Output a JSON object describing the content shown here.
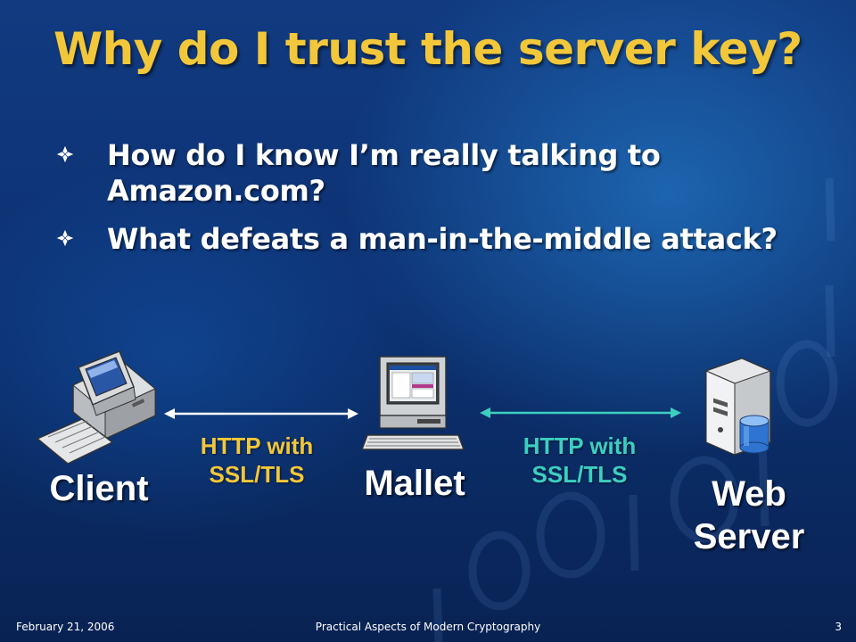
{
  "slide": {
    "title": "Why do I trust the server key?",
    "bullets": [
      {
        "text": "How do I know I’m really talking to Amazon.com?"
      },
      {
        "text": "What defeats a man-in-the-middle attack?"
      }
    ]
  },
  "diagram": {
    "client_label": "Client",
    "mallet_label": "Mallet",
    "server_label_line1": "Web",
    "server_label_line2": "Server",
    "left_link": {
      "line1": "HTTP with",
      "line2": "SSL/TLS",
      "color": "#f2c73a"
    },
    "right_link": {
      "line1": "HTTP with",
      "line2": "SSL/TLS",
      "color": "#3ccfc0"
    },
    "icons": [
      "desktop-computer-icon",
      "terminal-computer-icon",
      "server-database-icon",
      "diamond-bullet-icon"
    ]
  },
  "footer": {
    "date": "February 21, 2006",
    "center": "Practical Aspects of Modern Cryptography",
    "page": "3"
  },
  "colors": {
    "title": "#f2c73a",
    "background": "#0d3273",
    "text": "#ffffff"
  }
}
